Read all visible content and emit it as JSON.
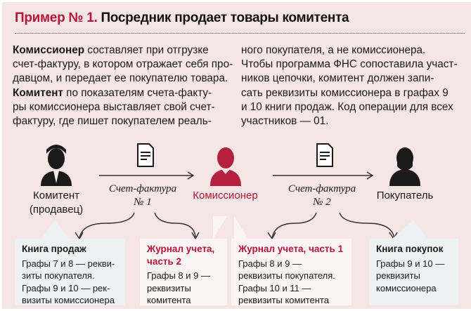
{
  "title": {
    "prefix": "Пример № 1.",
    "text": "Посредник продает товары комитента"
  },
  "body": {
    "col1": [
      {
        "bold": "Комиссионер",
        "text": " составляет при отгрузке"
      },
      {
        "bold": "",
        "text": "счет-фактуру, в котором отражает себя про-"
      },
      {
        "bold": "",
        "text": "давцом, и передает ее покупателю товара."
      },
      {
        "bold": "Комитент",
        "text": " по показателям счета-факту-"
      },
      {
        "bold": "",
        "text": "ры комиссионера выставляет свой счет-"
      },
      {
        "bold": "",
        "text": "фактуру, где пишет покупателем реаль-"
      }
    ],
    "col2": [
      "ного покупателя, а не комиссионера.",
      "Чтобы программа ФНС сопоставила участ-",
      "ников цепочки, комитент должен запи-",
      "сать реквизиты комиссионера в графах 9",
      "и 10 книги продаж. Код операции для всех",
      "участников — 01."
    ]
  },
  "actors": {
    "principal": {
      "line1": "Комитент",
      "line2": "(продавец)"
    },
    "agent": "Комиссионер",
    "buyer": "Покупатель"
  },
  "invoices": [
    {
      "line1": "Счет-фактура",
      "line2": "№ 1"
    },
    {
      "line1": "Счет-фактура",
      "line2": "№ 2"
    }
  ],
  "boxes": [
    {
      "heading": "Книга продаж",
      "lines": [
        "Графы 7 и 8 — рекви-",
        "зиты покупателя.",
        "Графы 9 и 10 — рек-",
        "визиты комиссионера"
      ]
    },
    {
      "heading1": "Журнал учета,",
      "heading2": "часть 2",
      "lines": [
        "Графы 8 и 9 —",
        "реквизиты",
        "комитента"
      ]
    },
    {
      "heading": "Журнал учета, часть 1",
      "lines": [
        "Графы 8 и 9 —",
        "реквизиты покупателя.",
        "Графы 10 и 11 —",
        "реквизиты комитента"
      ]
    },
    {
      "heading": "Книга покупок",
      "lines": [
        "Графы 9 и 10 —",
        "реквизиты",
        "комиссионера"
      ]
    }
  ],
  "colors": {
    "accent": "#b3163a",
    "background": "#f5e5e4"
  }
}
